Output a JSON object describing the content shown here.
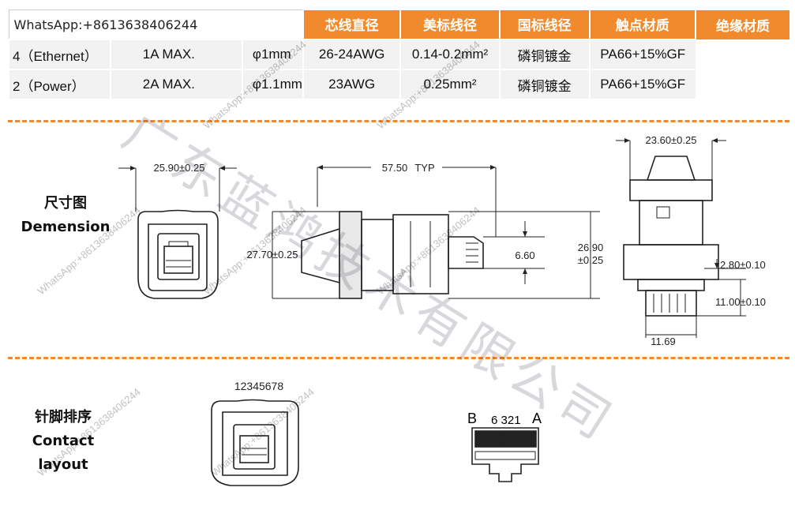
{
  "table": {
    "corner_text": "WhatsApp:+8613638406244",
    "headers": [
      "芯线直径",
      "美标线径",
      "国标线径",
      "触点材质",
      "绝缘材质"
    ],
    "rows": [
      [
        "4（Ethernet）",
        "1A MAX.",
        "φ1mm",
        "26-24AWG",
        "0.14-0.2mm²",
        "磷铜镀金",
        "PA66+15%GF"
      ],
      [
        "2（Power）",
        "2A MAX.",
        "φ1.1mm",
        "23AWG",
        "0.25mm²",
        "磷铜镀金",
        "PA66+15%GF"
      ]
    ]
  },
  "dimension_section": {
    "label_cn": "尺寸图",
    "label_en": "Demension",
    "dims": {
      "front_width": "25.90±0.25",
      "front_height": "27.70±0.25",
      "length": "57.50",
      "length_suffix": "TYP",
      "plug_offset": "6.60",
      "side_height_a": "26.90",
      "side_height_b": "±0.25",
      "rear_width": "23.60±0.25",
      "rear_step": "2.80±0.10",
      "rear_plug_height": "11.00±0.10",
      "rear_plug_width": "11.69"
    }
  },
  "contact_section": {
    "label_cn": "针脚排序",
    "label_en_1": "Contact",
    "label_en_2": "layout",
    "pin_numbers": "12345678",
    "side_b": "B",
    "side_a": "A",
    "pin_labels": "6  321"
  },
  "watermarks": {
    "phone": "WhatsApp:+8613638406244",
    "company_cn": "广东蓝鸿技术有限公司"
  },
  "colors": {
    "accent": "#f08a2c",
    "row_bg": "#f2f2f2"
  }
}
